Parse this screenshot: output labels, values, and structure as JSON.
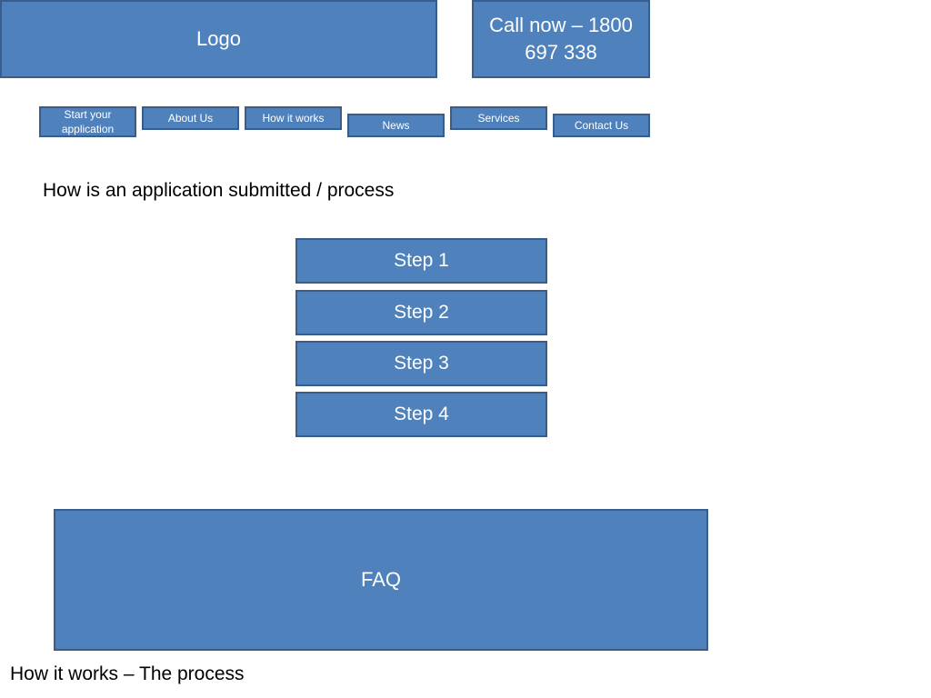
{
  "header": {
    "logo_label": "Logo",
    "call_label": "Call now – 1800 697 338"
  },
  "nav": {
    "items": [
      {
        "label": "Start your application"
      },
      {
        "label": "About Us"
      },
      {
        "label": "How it works"
      },
      {
        "label": "News"
      },
      {
        "label": "Services"
      },
      {
        "label": "Contact Us"
      }
    ]
  },
  "main": {
    "heading": "How is an application submitted / process",
    "steps": [
      {
        "label": "Step 1"
      },
      {
        "label": "Step 2"
      },
      {
        "label": "Step 3"
      },
      {
        "label": "Step 4"
      }
    ],
    "faq_label": "FAQ"
  },
  "footer": {
    "caption": "How it works – The process"
  },
  "colors": {
    "box_fill": "#4f81bd",
    "box_border": "#385d8a",
    "box_text": "#ffffff",
    "page_background": "#ffffff"
  }
}
